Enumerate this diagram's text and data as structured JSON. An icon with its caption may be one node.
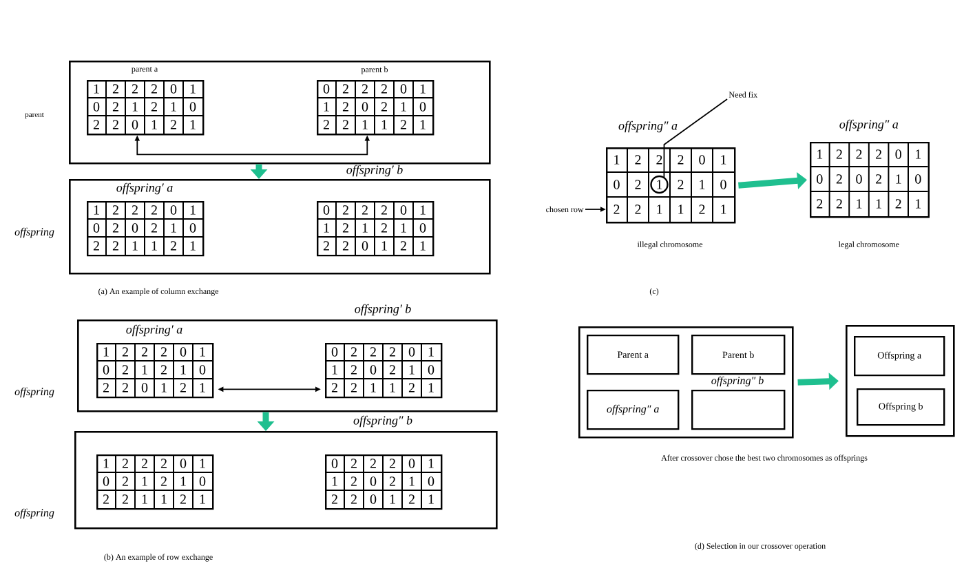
{
  "diagram": {
    "nodes": [
      {
        "text": [],
        "shape": "box",
        "beside": [
          "parent"
        ]
      },
      {
        "text": [
          "parent a",
          "1",
          "2",
          "2",
          "2",
          "0",
          "1",
          "0",
          "2",
          "1",
          "2",
          "1",
          "0",
          "2",
          "2",
          "0",
          "1",
          "2",
          "1"
        ],
        "in": 0
      },
      {
        "text": [
          "parent b",
          "0",
          "2",
          "2",
          "2",
          "0",
          "1",
          "1",
          "2",
          "0",
          "2",
          "1",
          "0",
          "2",
          "2",
          "1",
          "1",
          "2",
          "1"
        ],
        "in": 0
      },
      {
        "text": [],
        "shape": "box",
        "beside": [
          "offspring"
        ]
      },
      {
        "text": [
          "offspring′ a",
          "1",
          "2",
          "2",
          "2",
          "0",
          "1",
          "0",
          "2",
          "0",
          "2",
          "1",
          "0",
          "2",
          "2",
          "1",
          "1",
          "2",
          "1"
        ],
        "in": 3
      },
      {
        "text": [
          "offspring′ b",
          "0",
          "2",
          "2",
          "2",
          "0",
          "1",
          "1",
          "2",
          "1",
          "2",
          "1",
          "0",
          "2",
          "2",
          "0",
          "1",
          "2",
          "1"
        ],
        "in": 3
      },
      {
        "text": [],
        "shape": "box",
        "beside": [
          "offspring"
        ]
      },
      {
        "text": [
          "offspring′ a",
          "1",
          "2",
          "2",
          "2",
          "0",
          "1",
          "0",
          "2",
          "1",
          "2",
          "1",
          "0",
          "2",
          "2",
          "0",
          "1",
          "2",
          "1"
        ],
        "in": 6
      },
      {
        "text": [
          "offspring′ b",
          "0",
          "2",
          "2",
          "2",
          "0",
          "1",
          "1",
          "2",
          "0",
          "2",
          "1",
          "0",
          "2",
          "2",
          "1",
          "1",
          "2",
          "1"
        ],
        "in": 6
      },
      {
        "text": [],
        "shape": "box",
        "beside": [
          "offspring"
        ]
      },
      {
        "text": [
          "1",
          "2",
          "2",
          "2",
          "0",
          "1",
          "0",
          "2",
          "1",
          "2",
          "1",
          "0",
          "2",
          "2",
          "1",
          "1",
          "2",
          "1"
        ],
        "in": 9
      },
      {
        "text": [
          "offspring″ b",
          "0",
          "2",
          "2",
          "2",
          "0",
          "1",
          "1",
          "2",
          "0",
          "2",
          "1",
          "0",
          "2",
          "2",
          "0",
          "1",
          "2",
          "1"
        ],
        "in": 9
      },
      {
        "text": [
          "offspring″ a",
          "1",
          "2",
          "2",
          "2",
          "0",
          "1",
          "0",
          "2",
          "1",
          "2",
          "1",
          "0",
          "2",
          "2",
          "1",
          "1",
          "2",
          "1"
        ],
        "beside": [
          "illegal chromosome"
        ]
      },
      {
        "text": [
          "offspring″ a",
          "1",
          "2",
          "2",
          "2",
          "0",
          "1",
          "0",
          "2",
          "0",
          "2",
          "1",
          "0",
          "2",
          "2",
          "1",
          "1",
          "2",
          "1"
        ],
        "beside": [
          "legal chromosome"
        ]
      },
      {
        "text": [
          "chosen row"
        ]
      },
      {
        "text": [
          "Need fix"
        ]
      },
      {
        "text": [],
        "shape": "box"
      },
      {
        "text": [
          "Parent a"
        ],
        "in": 16
      },
      {
        "text": [
          "Parent b"
        ],
        "in": 16
      },
      {
        "text": [
          "offspring″ a"
        ],
        "in": 16
      },
      {
        "text": [
          "offspring″ b"
        ],
        "in": 16
      },
      {
        "text": [],
        "shape": "box"
      },
      {
        "text": [
          "Offspring a"
        ],
        "in": 21
      },
      {
        "text": [
          "Offspring b"
        ],
        "in": 21
      }
    ],
    "edges": [
      {
        "from": 1,
        "to": 2,
        "arrow": "both"
      },
      {
        "from": 0,
        "to": 3,
        "arrow": "to",
        "style": "thick",
        "color": "#1fbf8f"
      },
      {
        "from": 7,
        "to": 8,
        "arrow": "both"
      },
      {
        "from": 6,
        "to": 9,
        "arrow": "to",
        "style": "thick",
        "color": "#1fbf8f"
      },
      {
        "from": 14,
        "to": 12,
        "arrow": "to"
      },
      {
        "from": 15,
        "to": 12,
        "arrow": "none"
      },
      {
        "from": 12,
        "to": 13,
        "arrow": "to",
        "style": "thick",
        "color": "#1fbf8f"
      },
      {
        "from": 16,
        "to": 21,
        "arrow": "to",
        "style": "thick",
        "color": "#1fbf8f"
      }
    ],
    "labels": [
      "(a) An example of column exchange",
      "(b) An example of row exchange",
      "(c)",
      "After crossover chose the best two chromosomes as offsprings",
      "(d) Selection in our crossover operation"
    ]
  }
}
